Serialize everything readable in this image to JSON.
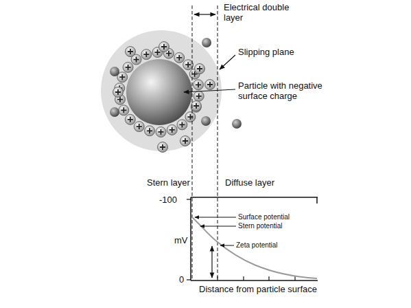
{
  "diagram": {
    "labels": [
      "Electrical double layer",
      "Slipping plane",
      "Particle with negative surface charge",
      "Stern layer",
      "Diffuse layer",
      "-100",
      "mV",
      "0",
      "Surface potential",
      "Stern potential",
      "Zeta potential",
      "Distance from particle surface"
    ]
  }
}
